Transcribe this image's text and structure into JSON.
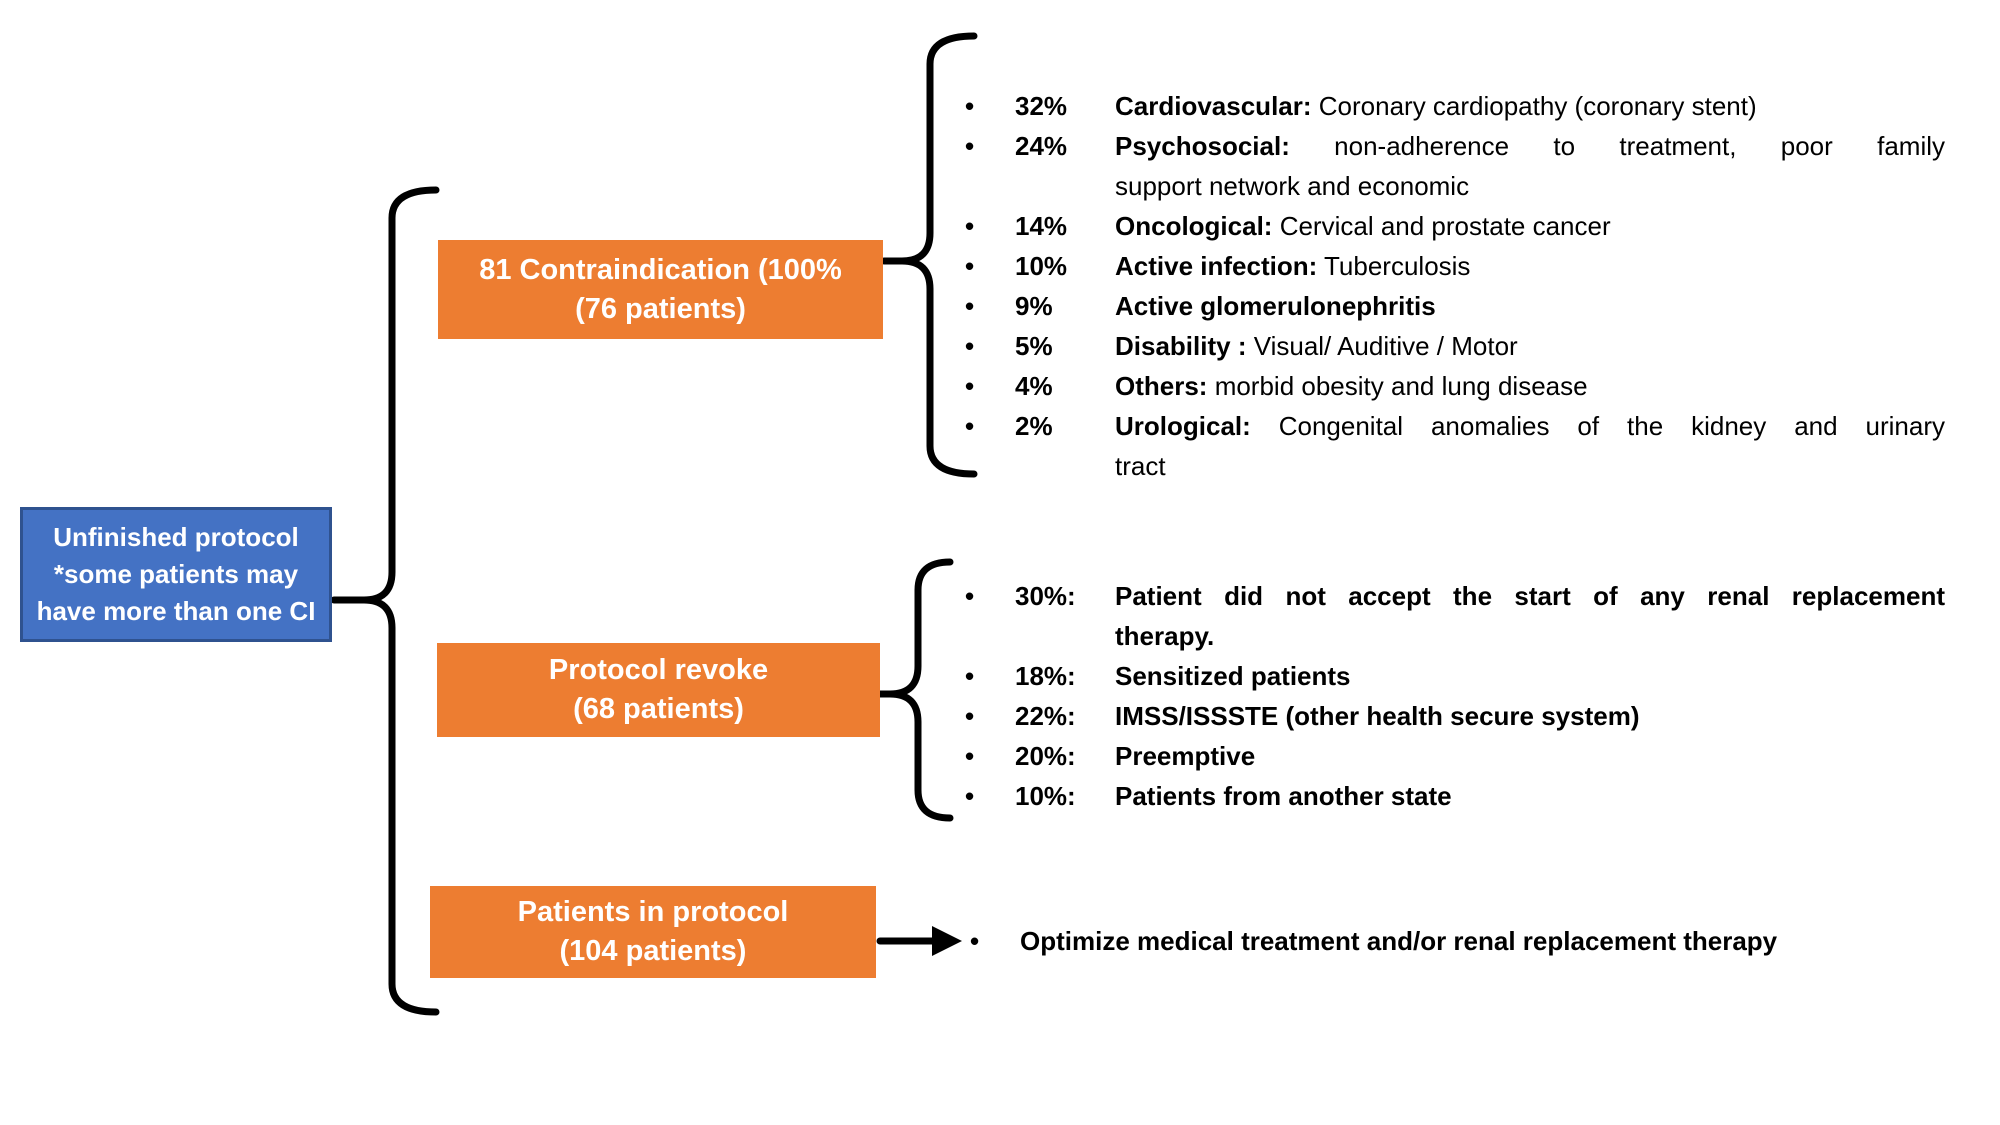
{
  "diagram": {
    "bullet_char": "•",
    "colors": {
      "orange": "#ED7D31",
      "blue_fill": "#4472C4",
      "blue_border": "#2F528F",
      "box_text": "#FFFFFF",
      "body_text": "#000000",
      "line": "#000000"
    },
    "root_box": {
      "text": "Unfinished protocol\n*some patients may\nhave more than one CI"
    },
    "branches": [
      {
        "box_label": "81 Contraindication (100%\n(76 patients)",
        "items": [
          {
            "pct": "32%",
            "lines": [
              {
                "b": "Cardiovascular:",
                "t": " Coronary cardiopathy (coronary stent)"
              }
            ]
          },
          {
            "pct": "24%",
            "lines": [
              {
                "b": "Psychosocial:",
                "t": " non-adherence to treatment, poor family",
                "j": true
              },
              {
                "t": "support network and economic"
              }
            ]
          },
          {
            "pct": "14%",
            "lines": [
              {
                "b": "Oncological:",
                "t": " Cervical and prostate cancer"
              }
            ]
          },
          {
            "pct": "10%",
            "lines": [
              {
                "b": "Active infection:",
                "t": " Tuberculosis"
              }
            ]
          },
          {
            "pct": "9%",
            "lines": [
              {
                "b": "Active glomerulonephritis"
              }
            ]
          },
          {
            "pct": "5%",
            "lines": [
              {
                "b": "Disability :",
                "t": " Visual/ Auditive / Motor"
              }
            ]
          },
          {
            "pct": "4%",
            "lines": [
              {
                "b": "Others:",
                "t": " morbid obesity and lung disease"
              }
            ]
          },
          {
            "pct": "2%",
            "lines": [
              {
                "b": "Urological:",
                "t": " Congenital anomalies of the kidney and urinary",
                "j": true
              },
              {
                "t": "tract"
              }
            ]
          }
        ]
      },
      {
        "box_label": "Protocol revoke\n(68 patients)",
        "items": [
          {
            "pct": "30%:",
            "lines": [
              {
                "b": "Patient did not accept the start of any renal replacement",
                "j": true
              },
              {
                "b": "therapy."
              }
            ]
          },
          {
            "pct": "18%:",
            "lines": [
              {
                "b": "Sensitized patients"
              }
            ]
          },
          {
            "pct": "22%:",
            "lines": [
              {
                "b": "IMSS/ISSSTE (other health secure system)"
              }
            ]
          },
          {
            "pct": "20%:",
            "lines": [
              {
                "b": "Preemptive"
              }
            ]
          },
          {
            "pct": "10%:",
            "lines": [
              {
                "b": "Patients from another state"
              }
            ]
          }
        ]
      },
      {
        "box_label": "Patients in protocol\n(104 patients)",
        "items": [
          {
            "lines": [
              {
                "b": "Optimize medical treatment and/or renal replacement therapy"
              }
            ]
          }
        ]
      }
    ]
  }
}
